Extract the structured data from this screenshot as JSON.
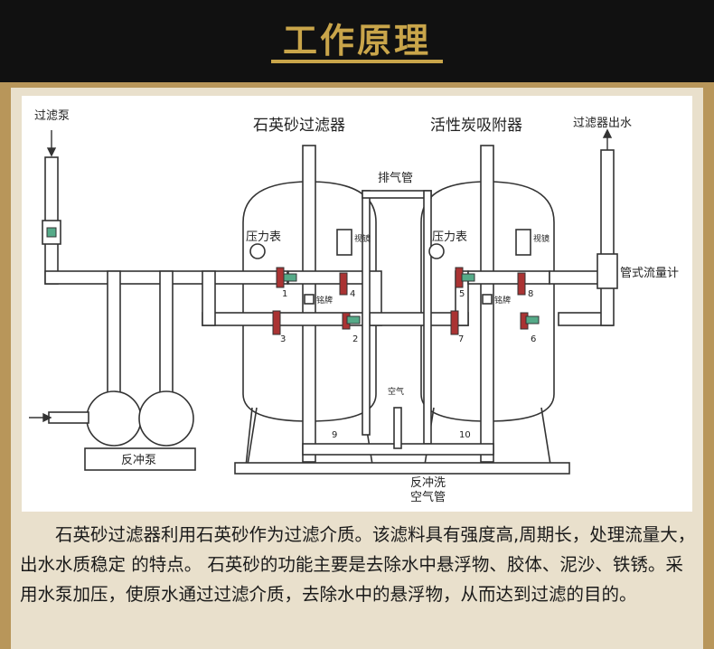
{
  "header": {
    "title": "工作原理"
  },
  "diagram": {
    "label_filter_pump": "过滤泵",
    "label_quartz_filter": "石英砂过滤器",
    "label_carbon_filter": "活性炭吸附器",
    "label_filter_outlet": "过滤器出水",
    "label_exhaust_pipe": "排气管",
    "label_pressure_gauge_1": "压力表",
    "label_pressure_gauge_2": "压力表",
    "label_sight_glass_1": "视镜",
    "label_sight_glass_2": "视镜",
    "label_nameplate_1": "铭牌",
    "label_nameplate_2": "铭牌",
    "label_flowmeter": "管式流量计",
    "label_backwash_pump": "反冲泵",
    "label_air": "空气",
    "label_backwash_air_1": "反冲洗",
    "label_backwash_air_2": "空气管",
    "valve_numbers": [
      "1",
      "2",
      "3",
      "4",
      "5",
      "6",
      "7",
      "8",
      "9",
      "10"
    ]
  },
  "description": {
    "text": "石英砂过滤器利用石英砂作为过滤介质。该滤料具有强度高,周期长，处理流量大，出水水质稳定 的特点。 石英砂的功能主要是去除水中悬浮物、胶体、泥沙、铁锈。采用水泵加压，使原水通过过滤介质，去除水中的悬浮物，从而达到过滤的目的。"
  }
}
